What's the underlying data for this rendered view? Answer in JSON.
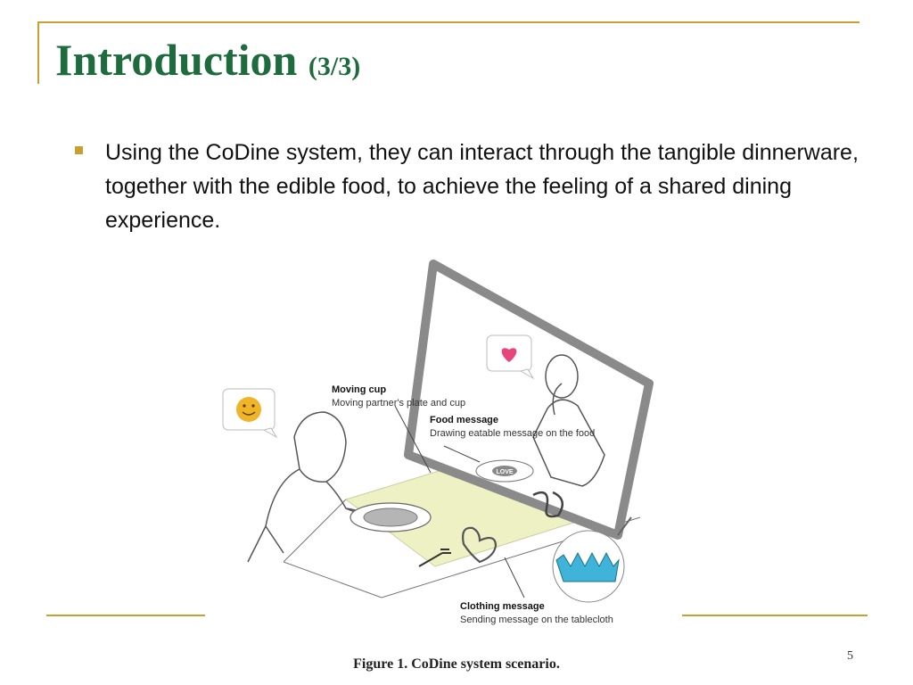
{
  "slide": {
    "title": "Introduction",
    "title_suffix": "(3/3)",
    "bullets": [
      "Using the CoDine system, they can interact through the tangible dinnerware, together with the edible food, to achieve the feeling of a shared dining experience."
    ],
    "page_number": "5"
  },
  "figure": {
    "labels": {
      "moving_cup_title": "Moving cup",
      "moving_cup_desc": "Moving partner's plate and cup",
      "food_message_title": "Food message",
      "food_message_desc": "Drawing eatable message on the food",
      "clothing_message_title": "Clothing message",
      "clothing_message_desc": "Sending message on the tablecloth"
    },
    "plate_text": "LOVE",
    "icons": [
      "smiley-icon",
      "heart-icon"
    ],
    "caption": "Figure 1. CoDine system scenario."
  },
  "colors": {
    "title": "#1e6b3e",
    "accent": "#c8a030",
    "tablecloth": "#eef1c4",
    "heart": "#e8457a",
    "smiley": "#f0b428",
    "fabric": "#3fb4d8"
  }
}
